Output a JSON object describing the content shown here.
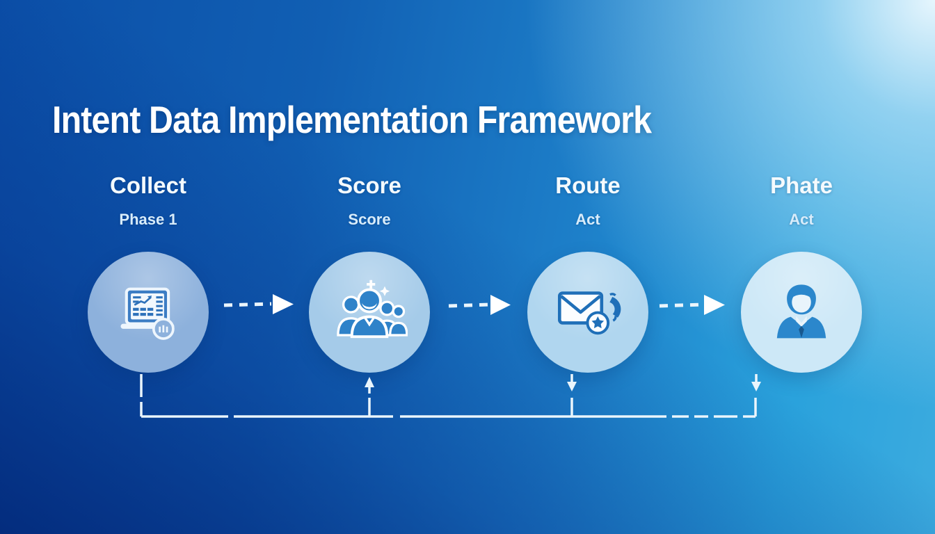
{
  "title": "Intent Data Implementation Framework",
  "phases": [
    {
      "label": "Collect",
      "sublabel": "Phase 1",
      "icon": "laptop-analytics-icon",
      "circle_color": "#8db1dc"
    },
    {
      "label": "Score",
      "sublabel": "Score",
      "icon": "team-group-icon",
      "circle_color": "#a5cbe9"
    },
    {
      "label": "Route",
      "sublabel": "Act",
      "icon": "email-phone-icon",
      "circle_color": "#b0d6ef"
    },
    {
      "label": "Phate",
      "sublabel": "Act",
      "icon": "sales-rep-icon",
      "circle_color": "#cde8f7"
    }
  ],
  "colors": {
    "background_dark": "#032c7a",
    "background_blue": "#0d55ab",
    "background_cyan": "#2aa2dc",
    "background_light": "#d9f0fc",
    "connector_line": "#eaf5fc",
    "icon_blue": "#2e82c9",
    "icon_outline_blue": "#1f6fb8",
    "title_text": "#ffffff",
    "sublabel_text": "#d8ecfa"
  }
}
